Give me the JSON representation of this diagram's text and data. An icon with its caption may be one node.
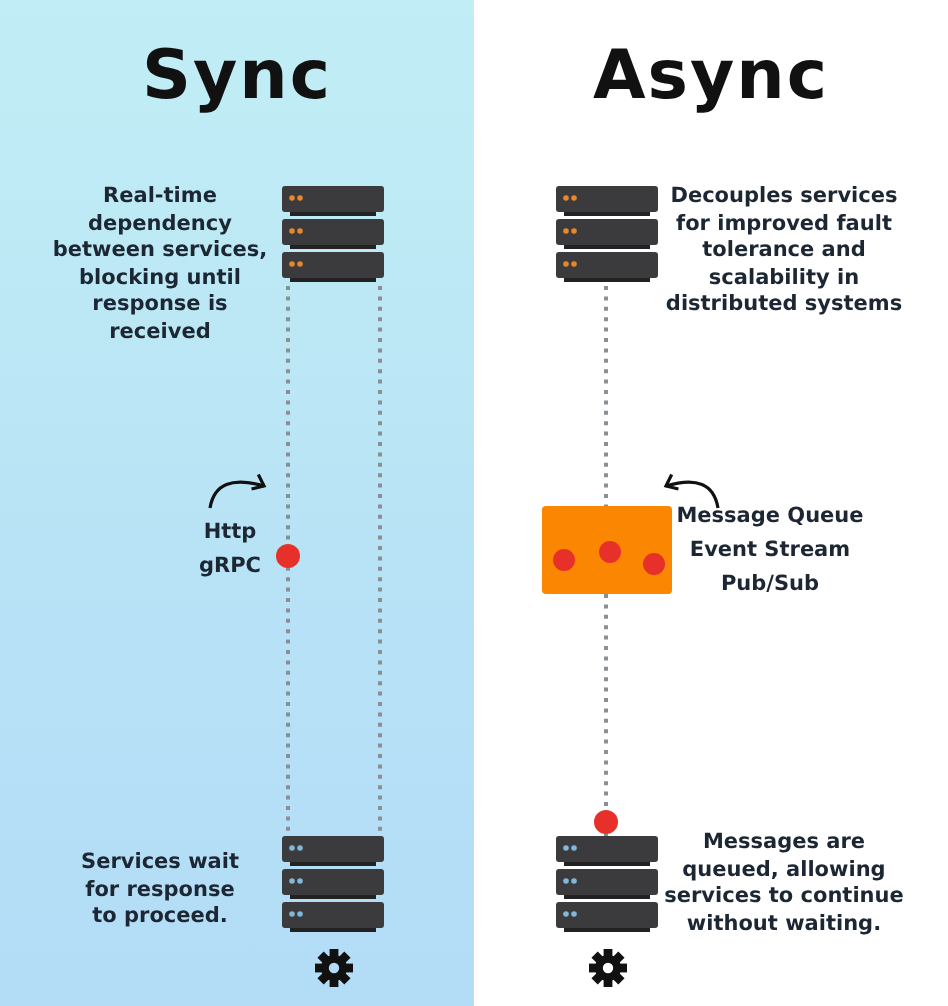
{
  "diagram": {
    "nodes": [
      {
        "text": [
          "Sync"
        ]
      },
      {
        "text": [],
        "shape": "server",
        "in": 0,
        "beside": [
          "Real-time dependency between services, blocking until response is received"
        ]
      },
      {
        "text": [],
        "shape": "server",
        "in": 0,
        "beside": [
          "Services wait for response to proceed."
        ]
      },
      {
        "text": [
          "Async"
        ]
      },
      {
        "text": [],
        "shape": "server",
        "in": 3,
        "beside": [
          "Decouples services for improved fault tolerance and scalability in distributed systems"
        ]
      },
      {
        "text": [],
        "shape": "box",
        "in": 3,
        "beside": [
          "Message Queue",
          "Event Stream",
          "Pub/Sub"
        ]
      },
      {
        "text": [],
        "shape": "server",
        "in": 3,
        "beside": [
          "Messages are queued, allowing services to continue without waiting."
        ]
      }
    ],
    "edges": [
      {
        "from": 1,
        "to": 2,
        "arrow": "none",
        "style": "dashed"
      },
      {
        "from": 1,
        "to": 2,
        "arrow": "none",
        "style": "dashed"
      },
      {
        "from": 4,
        "to": 5,
        "arrow": "none",
        "style": "dashed"
      },
      {
        "from": 5,
        "to": 6,
        "arrow": "none",
        "style": "dashed"
      }
    ],
    "labels": [
      "Http",
      "gRPC"
    ]
  }
}
